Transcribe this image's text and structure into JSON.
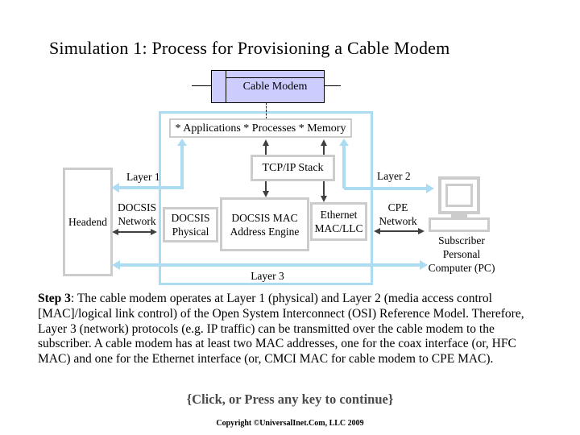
{
  "title": "Simulation 1: Process for Provisioning a Cable Modem",
  "diagram": {
    "cable_modem_label": "Cable Modem",
    "app_bar_label": "* Applications * Processes * Memory",
    "tcpip_label": "TCP/IP Stack",
    "headend_label": "Headend",
    "layer1_label": "Layer 1",
    "layer2_label": "Layer 2",
    "layer3_label": "Layer 3",
    "docsis_network_label": "DOCSIS Network",
    "docsis_physical_label": "DOCSIS Physical",
    "docsis_mac_label": "DOCSIS MAC Address Engine",
    "ethernet_mac_label": "Ethernet MAC/LLC",
    "cpe_network_label": "CPE Network",
    "subscriber_pc_label": "Subscriber Personal Computer (PC)"
  },
  "step_text": {
    "label": "Step 3",
    "body": ": The cable modem operates at Layer 1 (physical) and Layer 2 (media access control [MAC]/logical link control) of the Open System Interconnect (OSI) Reference Model. Therefore, Layer 3 (network) protocols (e.g. IP traffic) can be transmitted over the cable modem to the subscriber. A cable modem has at least two MAC addresses, one for the coax interface (or, HFC MAC) and one for the Ethernet interface (or, CMCI MAC for cable modem to CPE MAC)."
  },
  "footer": {
    "continue_prompt": "{Click, or Press any key to continue}",
    "copyright": "Copyright ©UniversalInet.Com, LLC 2009"
  },
  "colors": {
    "node_fill": "#ccccff",
    "flow_blue": "#acdcf2",
    "box_border_gray": "#cccccc",
    "arrow_dark": "#404040"
  }
}
